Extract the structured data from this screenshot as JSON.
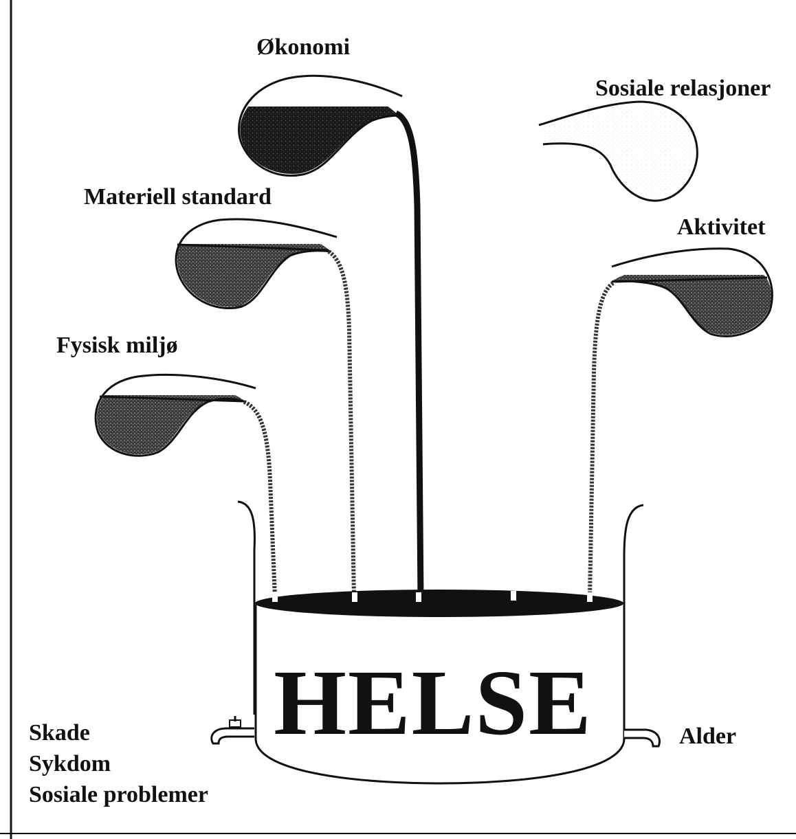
{
  "center_label": "HELSE",
  "sources": [
    {
      "id": "okonomi",
      "label": "Økonomi",
      "fill": 0.65
    },
    {
      "id": "sosiale-relasjoner",
      "label": "Sosiale relasjoner",
      "fill": 0.0
    },
    {
      "id": "materiell-standard",
      "label": "Materiell standard",
      "fill": 0.7
    },
    {
      "id": "aktivitet",
      "label": "Aktivitet",
      "fill": 0.7
    },
    {
      "id": "fysisk-miljo",
      "label": "Fysisk miljø",
      "fill": 0.75
    }
  ],
  "drains": {
    "left": [
      "Skade",
      "Sykdom",
      "Sosiale problemer"
    ],
    "right": "Alder"
  },
  "colors": {
    "ink": "#111111",
    "background": "#ffffff",
    "stipple": "#2a2a2a"
  }
}
